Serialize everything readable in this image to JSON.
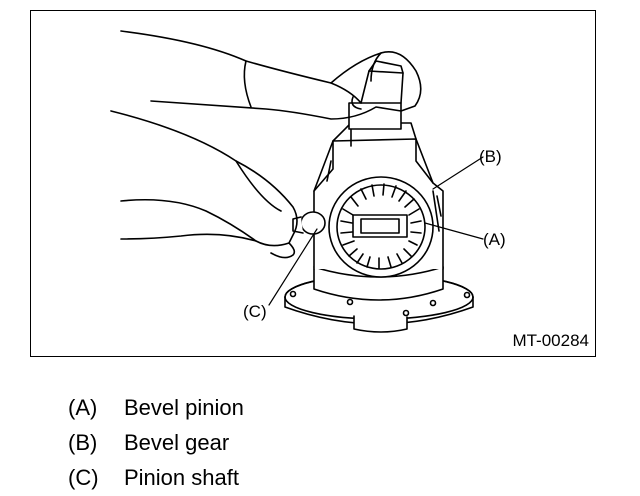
{
  "figure": {
    "callouts": {
      "a": "(A)",
      "b": "(B)",
      "c": "(C)"
    },
    "figure_id": "MT-00284"
  },
  "legend": [
    {
      "key": "(A)",
      "text": "Bevel pinion"
    },
    {
      "key": "(B)",
      "text": "Bevel gear"
    },
    {
      "key": "(C)",
      "text": "Pinion shaft"
    }
  ]
}
